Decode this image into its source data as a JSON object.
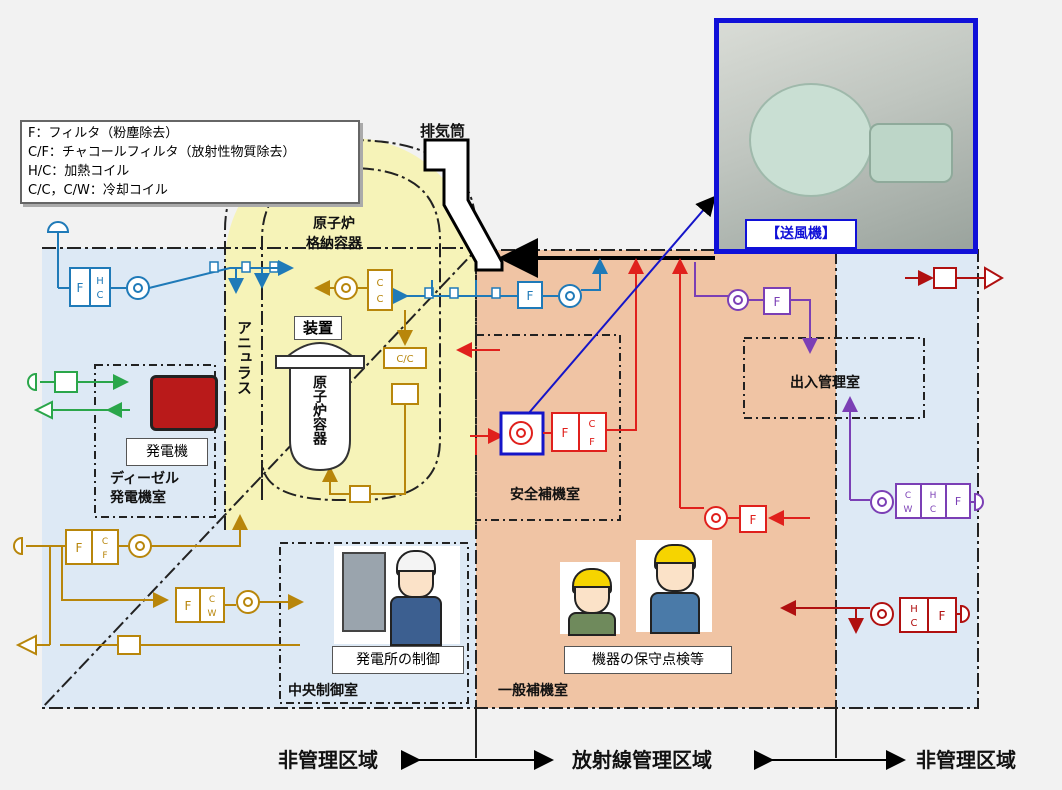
{
  "legend": {
    "f": "F：フィルタ（粉塵除去）",
    "cf": "C/F：チャコールフィルタ（放射性物質除去）",
    "hc": "H/C：加熱コイル",
    "cw": "C/C，C/W：冷却コイル"
  },
  "labels": {
    "stack": "排気筒",
    "containment": "原子炉\n格納容器",
    "annulus": "アニュラス",
    "device": "装置",
    "vessel": "原子炉容器",
    "generator": "発電機",
    "diesel_room": "ディーゼル\n発電機室",
    "safety_aux": "安全補機室",
    "access_control": "出入管理室",
    "general_aux": "一般補機室",
    "maintenance": "機器の保守点検等",
    "plant_control": "発電所の制御",
    "central_control": "中央制御室",
    "blower": "【送風機】"
  },
  "zones": {
    "left": "非管理区域",
    "middle": "放射線管理区域",
    "right": "非管理区域"
  },
  "equipment": {
    "F": "F",
    "HC": "H/C",
    "CF": "C/F",
    "CW": "C/W",
    "CC": "C/C"
  },
  "colors": {
    "blue_line": "#1f7ab8",
    "red_line": "#e0201c",
    "gold_line": "#b8860b",
    "purple_line": "#7b3fb5",
    "green_line": "#2aa64a",
    "darkred_line": "#b01010",
    "radiation_zone": "#f0c4a4",
    "containment_zone": "#f6f3b8",
    "nonrad_zone": "#dde9f5"
  }
}
